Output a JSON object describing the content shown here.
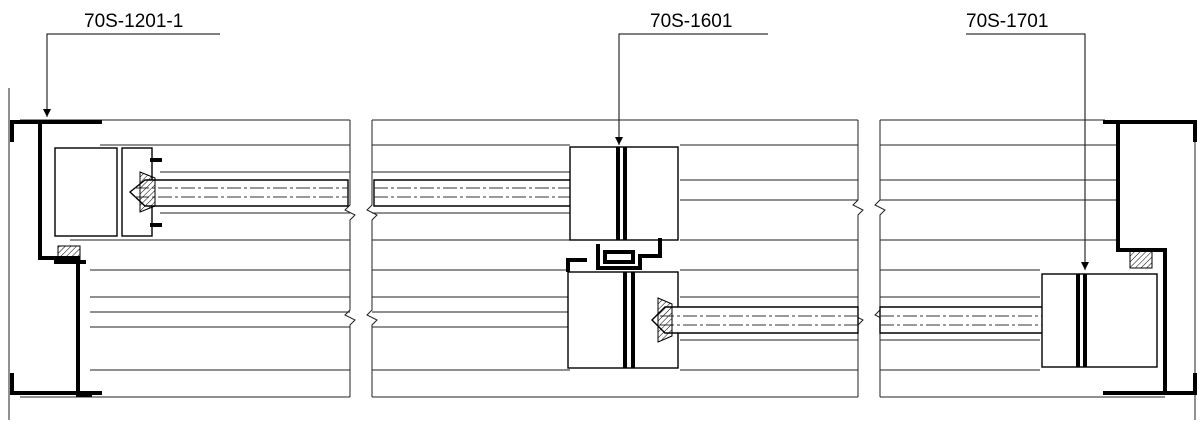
{
  "labels": {
    "left": "70S-1201-1",
    "middle": "70S-1601",
    "right": "70S-1701"
  }
}
